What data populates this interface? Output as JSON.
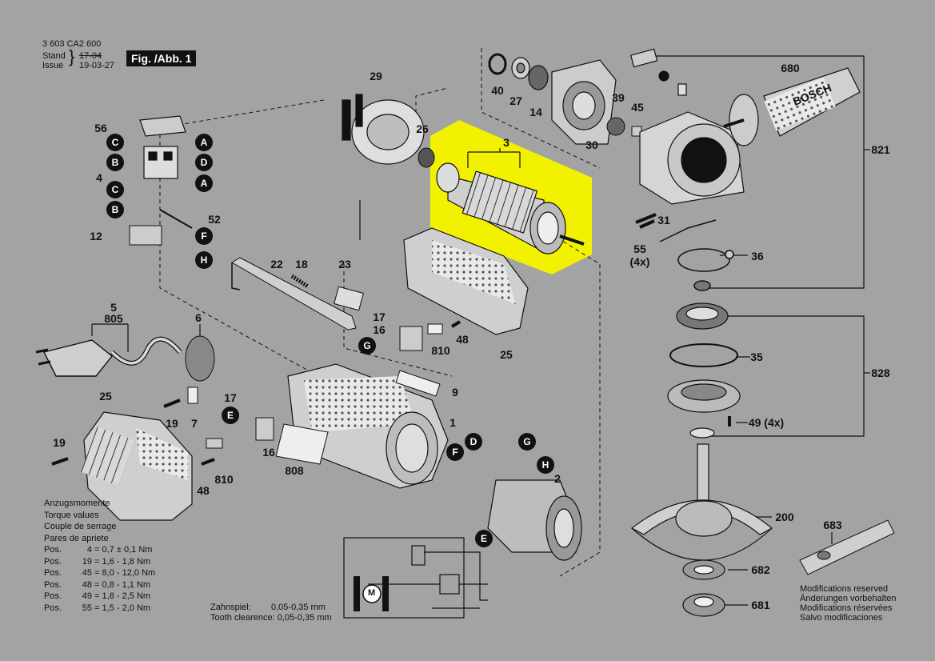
{
  "header": {
    "doc_number": "3 603 CA2 600",
    "stand_label": "Stand",
    "issue_label": "Issue",
    "stand_date_struck": "17-04",
    "issue_date": "19-03-27",
    "figure_label": "Fig. /Abb. 1"
  },
  "parts": {
    "p1": "1",
    "p2": "2",
    "p3": "3",
    "p4": "4",
    "p5": "5",
    "p6": "6",
    "p7": "7",
    "p9": "9",
    "p12": "12",
    "p14": "14",
    "p16a": "16",
    "p16b": "16",
    "p17a": "17",
    "p17b": "17",
    "p18": "18",
    "p19a": "19",
    "p19b": "19",
    "p22": "22",
    "p23": "23",
    "p25a": "25",
    "p25b": "25",
    "p26": "26",
    "p27": "27",
    "p29": "29",
    "p30": "30",
    "p31": "31",
    "p35": "35",
    "p36": "36",
    "p39": "39",
    "p40": "40",
    "p45": "45",
    "p48a": "48",
    "p48b": "48",
    "p49": "49 (4x)",
    "p52": "52",
    "p55": "55",
    "p55x": "(4x)",
    "p56": "56",
    "p200": "200",
    "p680": "680",
    "p681": "681",
    "p682": "682",
    "p683": "683",
    "p805": "805",
    "p808": "808",
    "p810a": "810",
    "p810b": "810",
    "p821": "821",
    "p828": "828"
  },
  "connectors": {
    "a1": "A",
    "a2": "A",
    "b1": "B",
    "b2": "B",
    "c1": "C",
    "c2": "C",
    "d1": "D",
    "d2": "D",
    "e1": "E",
    "e2": "E",
    "f1": "F",
    "f2": "F",
    "g1": "G",
    "g2": "G",
    "h1": "H",
    "h2": "H"
  },
  "torque": {
    "lines": [
      "Anzugsmomente",
      "Torque values",
      "Couple de serrage",
      "Pares de apriete"
    ],
    "rows": [
      {
        "pos": "Pos.",
        "num": "4",
        "val": "= 0,7 ± 0,1 Nm"
      },
      {
        "pos": "Pos.",
        "num": "19",
        "val": "= 1,6 - 1,8 Nm"
      },
      {
        "pos": "Pos.",
        "num": "45",
        "val": "= 8,0 - 12,0 Nm"
      },
      {
        "pos": "Pos.",
        "num": "48",
        "val": "= 0,8 - 1,1 Nm"
      },
      {
        "pos": "Pos.",
        "num": "49",
        "val": "= 1,8 - 2,5 Nm"
      },
      {
        "pos": "Pos.",
        "num": "55",
        "val": "= 1,5 - 2,0 Nm"
      }
    ]
  },
  "tooth": {
    "de_label": "Zahnspiel:",
    "de_value": "0,05-0,35 mm",
    "en_label": "Tooth clearence:",
    "en_value": "0,05-0,35 mm"
  },
  "modifications": [
    "Modifications reserved",
    "Änderungen vorbehalten",
    "Modifications réservées",
    "Salvo modificaciones"
  ],
  "brand": "BOSCH",
  "motor_symbol": "M",
  "colors": {
    "background": "#a3a3a3",
    "highlight": "#f2f200",
    "ink": "#111111"
  }
}
